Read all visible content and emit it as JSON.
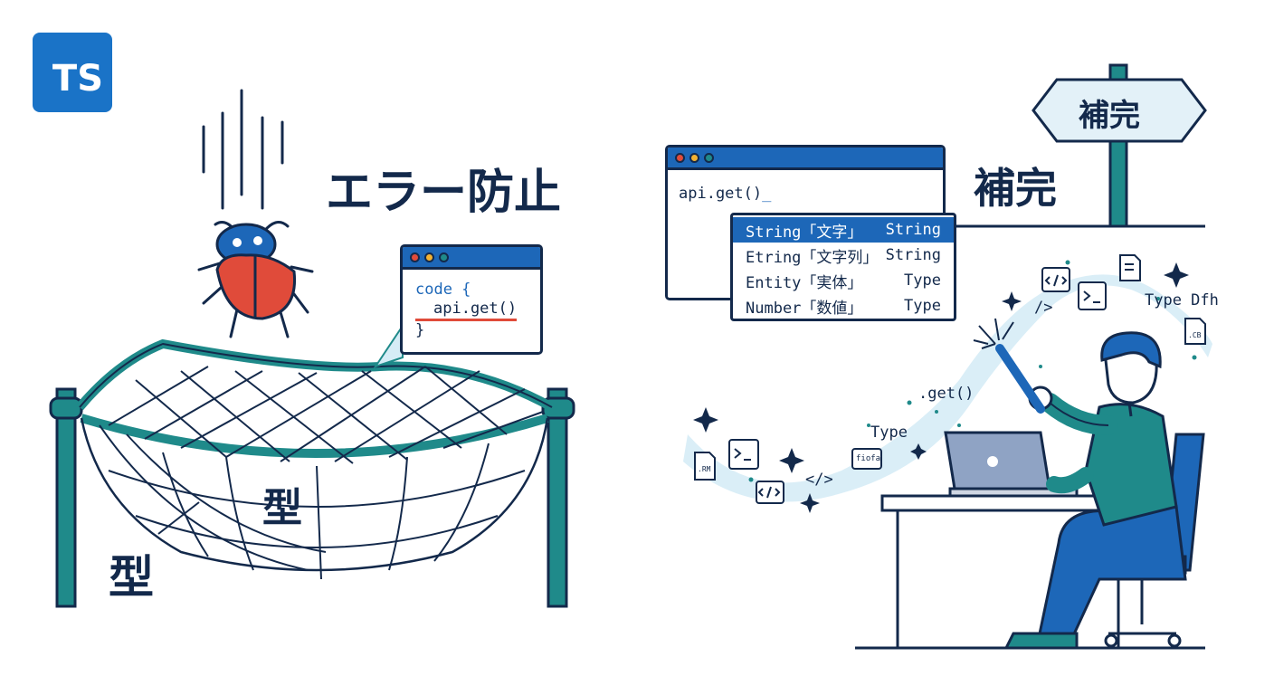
{
  "logo": {
    "text": "TS"
  },
  "left": {
    "heading": "エラー防止",
    "code_window": {
      "lines": [
        "code {",
        "api.get()",
        "}"
      ]
    },
    "net_label_inner": "型",
    "net_label_outer": "型"
  },
  "right": {
    "signpost_label": "補完",
    "heading": "補完",
    "editor": {
      "line": "api.get()"
    },
    "autocomplete": [
      {
        "name": "String「文字」",
        "type": "String"
      },
      {
        "name": "Etring「文字列」",
        "type": "String"
      },
      {
        "name": "Entity「実体」",
        "type": "Type"
      },
      {
        "name": "Number「数値」",
        "type": "Type"
      }
    ],
    "flow_labels": {
      "type_dfh": "Type Dfh",
      "get": ".get()",
      "type": "Type",
      "cb": ".CB",
      "rm": ".RM",
      "fiofa": "fiofa",
      "slash": "/>"
    }
  },
  "colors": {
    "navy": "#13294b",
    "blue": "#1d67b8",
    "teal": "#1f8a8a",
    "red": "#e04b3a",
    "flow": "#d6ecf6"
  }
}
